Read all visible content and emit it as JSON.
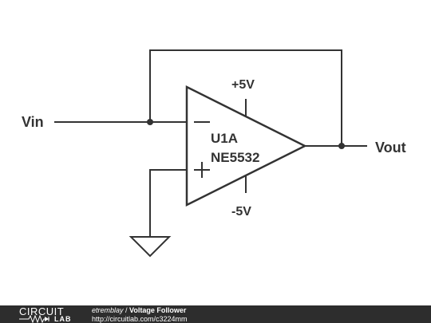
{
  "schematic": {
    "input_label": "Vin",
    "output_label": "Vout",
    "part_ref": "U1A",
    "part_name": "NE5532",
    "supply_positive": "+5V",
    "supply_negative": "-5V"
  },
  "footer": {
    "logo_top": "CIRCUIT",
    "logo_bottom": "LAB",
    "author": "etremblay",
    "separator": " / ",
    "title": "Voltage Follower",
    "url": "http://circuitlab.com/c3224mm"
  },
  "colors": {
    "ink": "#333333",
    "background": "#ffffff",
    "footer_bg": "#2d2d2d",
    "footer_text": "#ffffff"
  },
  "icons": [
    "resistor-icon",
    "ground-icon"
  ]
}
